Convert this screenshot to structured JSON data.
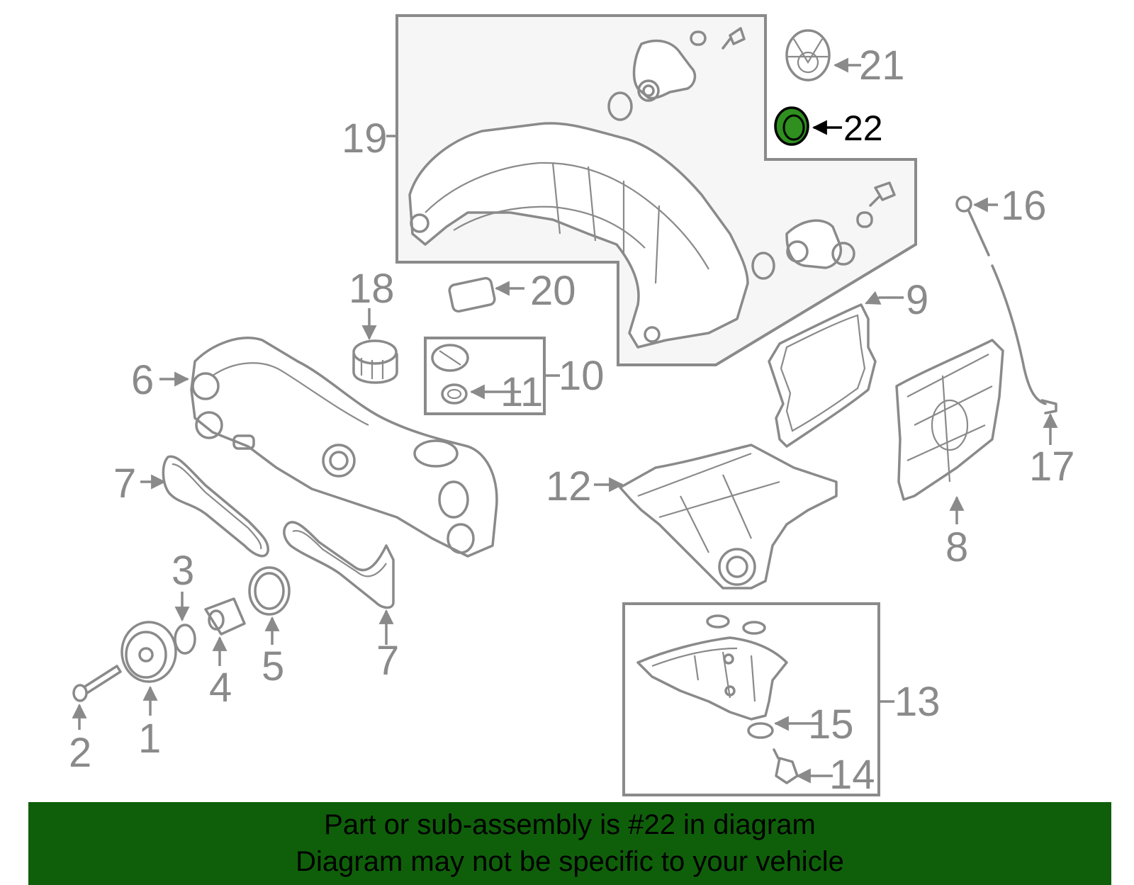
{
  "highlight_color": "#2f8f1f",
  "banner": {
    "background": "#0f5f0a",
    "line1": "Part or sub-assembly is #22 in diagram",
    "line2": "Diagram may not be specific to your vehicle"
  },
  "labels": {
    "n1": "1",
    "n2": "2",
    "n3": "3",
    "n4": "4",
    "n5": "5",
    "n6": "6",
    "n7a": "7",
    "n7b": "7",
    "n8": "8",
    "n9": "9",
    "n10": "10",
    "n11": "11",
    "n12": "12",
    "n13": "13",
    "n14": "14",
    "n15": "15",
    "n16": "16",
    "n17": "17",
    "n18": "18",
    "n19": "19",
    "n20": "20",
    "n21": "21",
    "n22": "22"
  },
  "highlighted_part": "22"
}
